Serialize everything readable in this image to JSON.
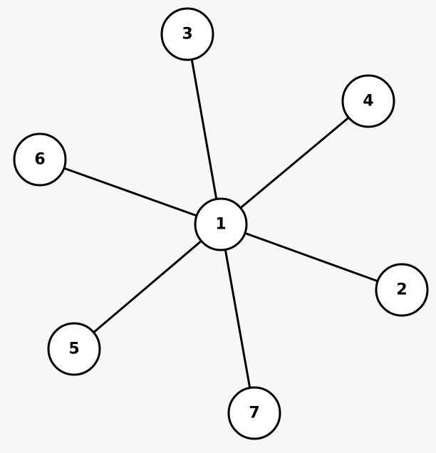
{
  "graph": {
    "nodes": [
      {
        "id": "1",
        "label": "1"
      },
      {
        "id": "2",
        "label": "2"
      },
      {
        "id": "3",
        "label": "3"
      },
      {
        "id": "4",
        "label": "4"
      },
      {
        "id": "5",
        "label": "5"
      },
      {
        "id": "6",
        "label": "6"
      },
      {
        "id": "7",
        "label": "7"
      }
    ],
    "edges": [
      {
        "from": "1",
        "to": "2"
      },
      {
        "from": "1",
        "to": "3"
      },
      {
        "from": "1",
        "to": "4"
      },
      {
        "from": "1",
        "to": "5"
      },
      {
        "from": "1",
        "to": "6"
      },
      {
        "from": "1",
        "to": "7"
      }
    ],
    "colors": {
      "background": "#f7f7f7",
      "node_fill": "#ffffff",
      "stroke": "#000000"
    }
  }
}
